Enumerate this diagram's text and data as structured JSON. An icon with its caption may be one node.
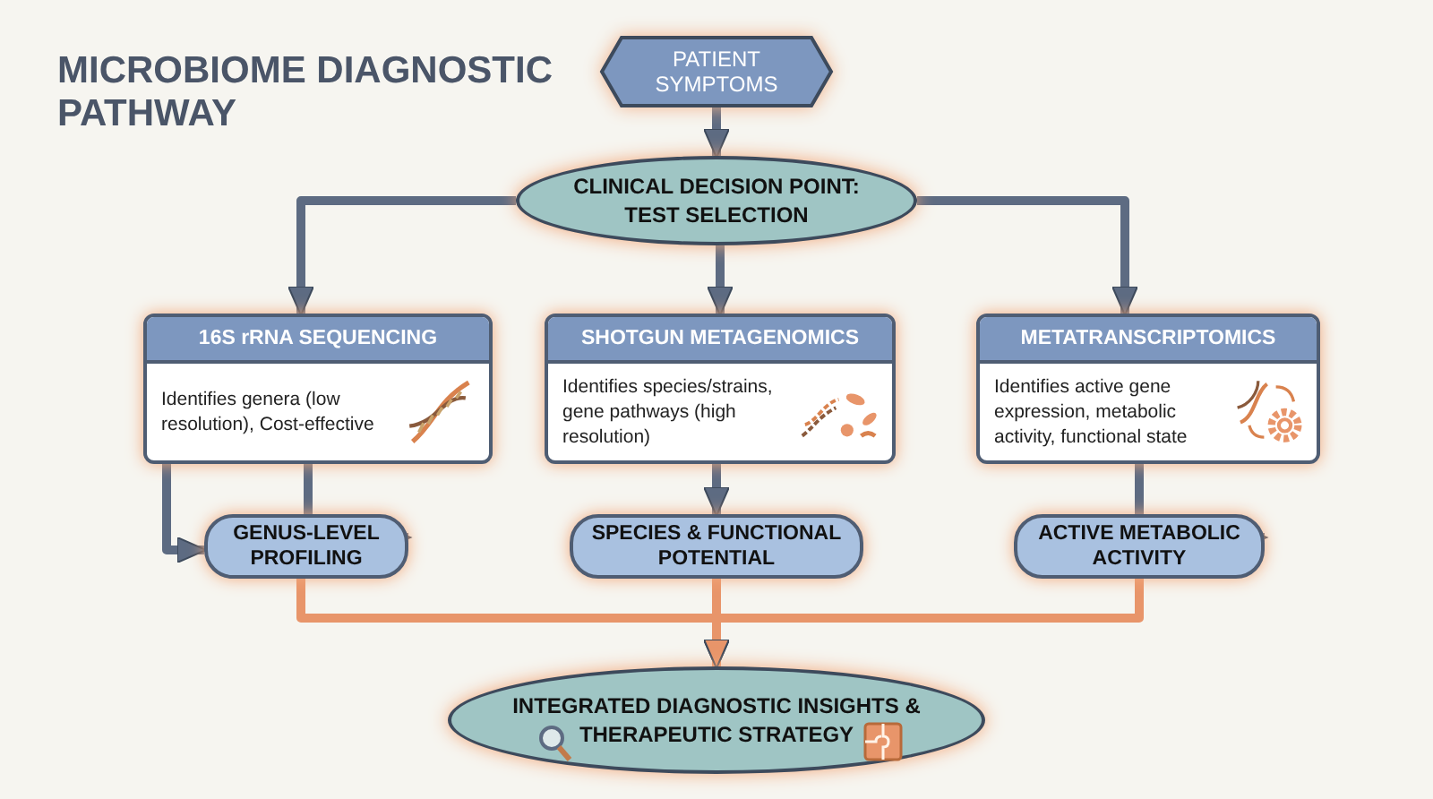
{
  "diagram": {
    "title": "MICROBIOME DIAGNOSTIC PATHWAY",
    "nodes": [
      {
        "text": [
          "PATIENT SYMPTOMS"
        ]
      },
      {
        "text": [
          "CLINICAL DECISION POINT: TEST SELECTION"
        ]
      },
      {
        "text": [
          "16S rRNA SEQUENCING",
          "Identifies genera (low resolution), Cost-effective"
        ]
      },
      {
        "text": [
          "SHOTGUN METAGENOMICS",
          "Identifies species/strains, gene pathways (high resolution)"
        ]
      },
      {
        "text": [
          "METATRANSCRIPTOMICS",
          "Identifies active gene expression, metabolic activity, functional state"
        ]
      },
      {
        "text": [
          "GENUS-LEVEL PROFILING"
        ]
      },
      {
        "text": [
          "SPECIES & FUNCTIONAL POTENTIAL"
        ]
      },
      {
        "text": [
          "ACTIVE METABOLIC ACTIVITY"
        ]
      },
      {
        "text": [
          "INTEGRATED DIAGNOSTIC INSIGHTS & THERAPEUTIC STRATEGY"
        ]
      }
    ],
    "edges": [
      {
        "from": 0,
        "to": 1,
        "arrow": "to"
      },
      {
        "from": 1,
        "to": 2,
        "arrow": "to"
      },
      {
        "from": 1,
        "to": 3,
        "arrow": "to"
      },
      {
        "from": 1,
        "to": 4,
        "arrow": "to"
      },
      {
        "from": 2,
        "to": 5,
        "arrow": "to"
      },
      {
        "from": 2,
        "to": 5,
        "arrow": "to"
      },
      {
        "from": 3,
        "to": 6,
        "arrow": "to"
      },
      {
        "from": 4,
        "to": 7,
        "arrow": "to"
      },
      {
        "from": 5,
        "to": 8,
        "arrow": "to",
        "color": "#e8956a"
      },
      {
        "from": 6,
        "to": 8,
        "arrow": "to",
        "color": "#e8956a"
      },
      {
        "from": 7,
        "to": 8,
        "arrow": "to",
        "color": "#e8956a"
      }
    ]
  }
}
